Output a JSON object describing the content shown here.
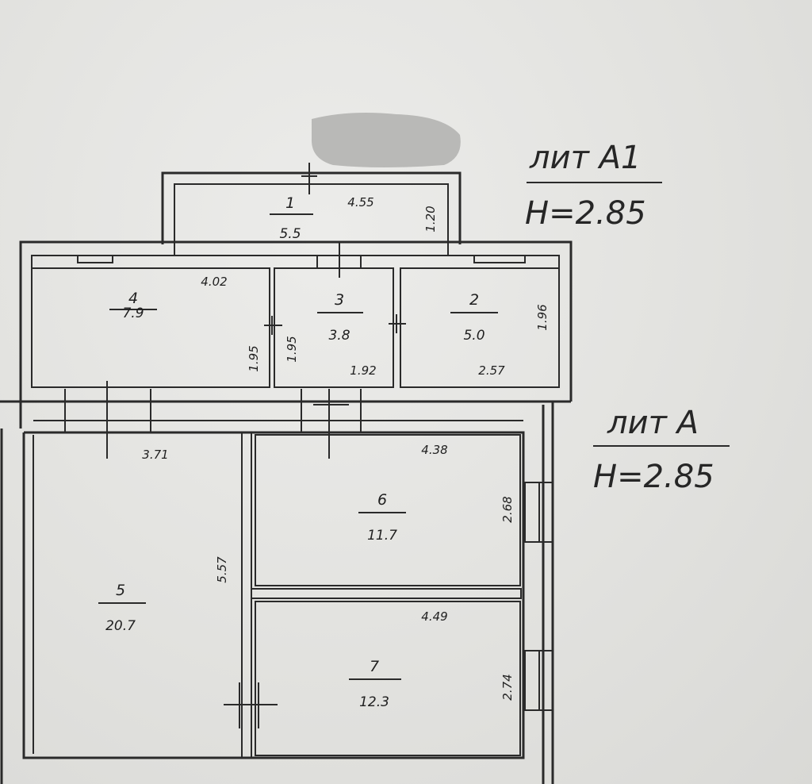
{
  "building": {
    "lit_a1": {
      "title": "лит А1",
      "height": "Н=2.85"
    },
    "lit_a": {
      "title": "лит А",
      "height": "Н=2.85"
    }
  },
  "rooms": [
    {
      "id": "1",
      "number": "1",
      "area": "5.5"
    },
    {
      "id": "2",
      "number": "2",
      "area": "5.0"
    },
    {
      "id": "3",
      "number": "3",
      "area": "3.8"
    },
    {
      "id": "4",
      "number": "4",
      "area": "7.9"
    },
    {
      "id": "5",
      "number": "5",
      "area": "20.7"
    },
    {
      "id": "6",
      "number": "6",
      "area": "11.7"
    },
    {
      "id": "7",
      "number": "7",
      "area": "12.3"
    }
  ],
  "dimensions": {
    "room1_width": "4.55",
    "room1_depth": "1.20",
    "room4_width": "4.02",
    "room4_depth": "1.95",
    "room3_depth": "1.95",
    "room3_width": "1.92",
    "room2_width": "2.57",
    "room2_depth": "1.96",
    "room5_width": "3.71",
    "room5_depth": "5.57",
    "room6_width": "4.38",
    "room6_depth": "2.68",
    "room7_width": "4.49",
    "room7_depth": "2.74"
  },
  "colors": {
    "ink": "#2a2a2a",
    "paper": "#e4e4e0",
    "redaction": "#b9b9b7"
  }
}
